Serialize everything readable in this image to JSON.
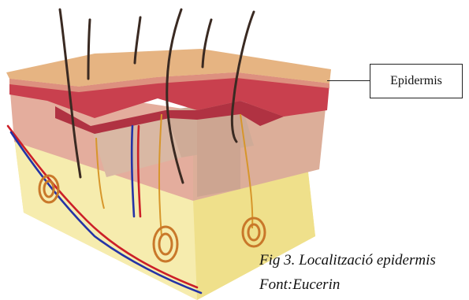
{
  "diagram": {
    "label": "Epidermis",
    "caption_line1": "Fig 3. Localització epidermis",
    "caption_line2": "Font:Eucerin"
  },
  "colors": {
    "epidermis_top": "#e7b583",
    "epidermis_front": "#de8a7e",
    "dermis_red": "#c83b4b",
    "dermis_side": "#e2aa98",
    "inner_cut": "#d8b5a2",
    "hypodermis": "#f3e79d",
    "hair": "#3a2a22",
    "artery": "#cc1f28",
    "vein": "#2433a6",
    "nerve": "#d7962b",
    "gland": "#c9782a"
  }
}
